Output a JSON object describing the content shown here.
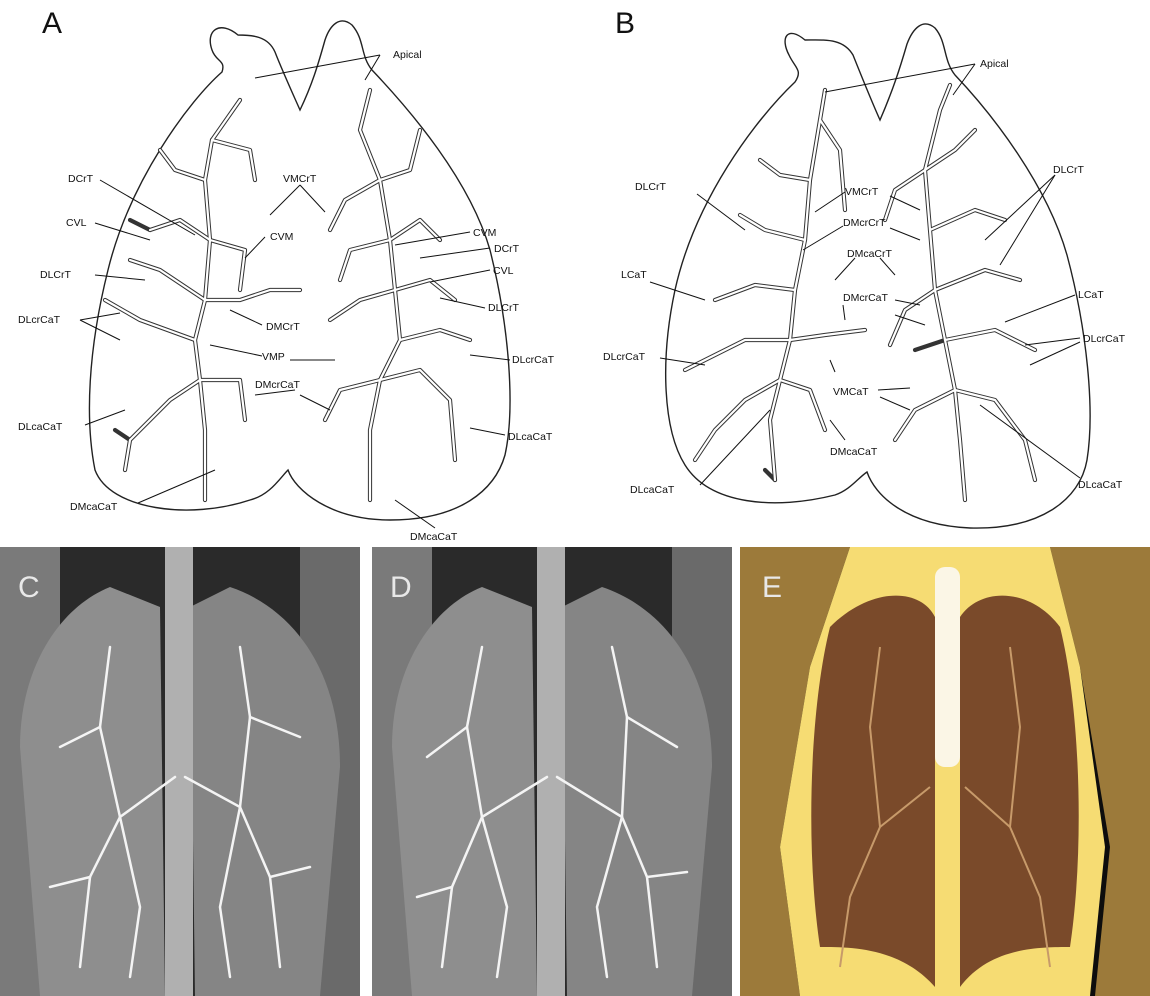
{
  "panels": {
    "A": {
      "letter": "A",
      "labels": {
        "apical": "Apical",
        "dcrt_l": "DCrT",
        "vmcrt": "VMCrT",
        "cvl_l": "CVL",
        "cvm_l": "CVM",
        "cvm_r": "CVM",
        "dcrt_r": "DCrT",
        "cvl_r": "CVL",
        "dlcrt_l": "DLCrT",
        "dlcrt_r": "DLCrT",
        "dlcrcat_l": "DLcrCaT",
        "dmcrt": "DMCrT",
        "vmp": "VMP",
        "dlcrcat_r": "DLcrCaT",
        "dmcrcat": "DMcrCaT",
        "dlcacat_l": "DLcaCaT",
        "dlcacat_r": "DLcaCaT",
        "dmcacat_l": "DMcaCaT",
        "dmcacat_r": "DMcaCaT"
      }
    },
    "B": {
      "letter": "B",
      "labels": {
        "apical": "Apical",
        "dlcrt_l": "DLCrT",
        "vmcrt": "VMCrT",
        "dlcrt_r": "DLCrT",
        "dmcrcrt": "DMcrCrT",
        "dmcacrt": "DMcaCrT",
        "lcat_l": "LCaT",
        "lcat_r": "LCaT",
        "dmcrcat": "DMcrCaT",
        "dlcrcat_l": "DLcrCaT",
        "dlcrcat_r": "DLcrCaT",
        "vmcat": "VMCaT",
        "dmcacat": "DMcaCaT",
        "dlcacat_l": "DLcaCaT",
        "dlcacat_r": "DLcaCaT"
      }
    },
    "C": {
      "letter": "C"
    },
    "D": {
      "letter": "D"
    },
    "E": {
      "letter": "E"
    }
  },
  "colors": {
    "line": "#222222",
    "xray_bg": "#2a2a2a",
    "xray_lung": "#9a9a9a",
    "ct_bg": "#0d0d0d",
    "ct_body": "#f6dc73",
    "ct_lung": "#7a4a2a",
    "ct_scales": "#9c7a3a"
  }
}
